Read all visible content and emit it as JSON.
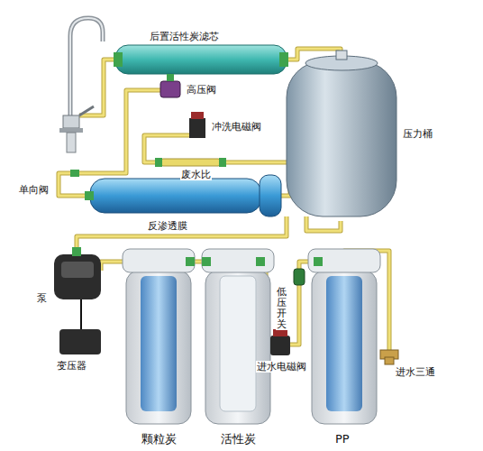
{
  "diagram": {
    "labels": [
      "后置活性炭滤芯",
      "高压阀",
      "冲洗电磁阀",
      "废水比",
      "压力桶",
      "单向阀",
      "反渗透膜",
      "泵",
      "变压器",
      "颗粒炭",
      "活性炭",
      "PP",
      "低压开关",
      "进水电磁阀",
      "进水三通"
    ]
  }
}
